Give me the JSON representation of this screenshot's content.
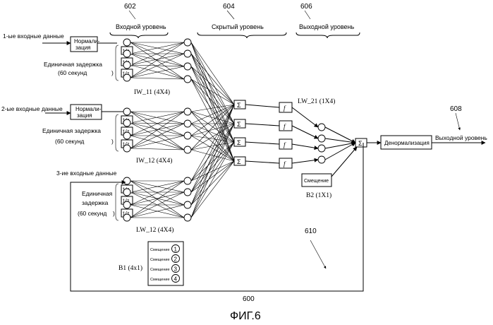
{
  "figure": {
    "caption": "ФИГ.6",
    "ref_main": "600",
    "ref_feedback": "610",
    "ref_output": "608"
  },
  "layers": {
    "input": {
      "ref": "602",
      "label": "Входной уровень"
    },
    "hidden": {
      "ref": "604",
      "label": "Скрытый уровень"
    },
    "output": {
      "ref": "606",
      "label": "Выходной уровень"
    }
  },
  "inputs": [
    {
      "label": "1-ые входные данные",
      "norm_line1": "Нормали-",
      "norm_line2": "зация",
      "delay_line1": "Единичная задержка",
      "delay_line2": "(60 секунд",
      "delay_close": ")",
      "weight": "IW_11 (4X4)"
    },
    {
      "label": "2-ые входные данные",
      "norm_line1": "Нормали-",
      "norm_line2": "зация",
      "delay_line1": "Единичная задержка",
      "delay_line2": "(60 секунд",
      "delay_close": ")",
      "weight": "IW_12 (4X4)"
    },
    {
      "label": "3-ие входные данные",
      "delay_line1": "Единичная",
      "delay_line2": "задержка",
      "delay_line3": "(60 секунд",
      "delay_close": ")",
      "weight": "LW_12 (4X4)"
    }
  ],
  "delay_symbol": "1/z",
  "sum_symbol": "Σ",
  "transfer_symbol": "f",
  "hidden_bias": {
    "label": "B1 (4x1)",
    "items": [
      "1",
      "2",
      "3",
      "4"
    ],
    "item_text": "Смещение"
  },
  "output_layer": {
    "weight": "LW_21 (1X4)",
    "bias_box": "Смещение",
    "bias_label": "B2 (1X1)"
  },
  "denorm": "Денормализация",
  "output_label": "Выходной уровень"
}
